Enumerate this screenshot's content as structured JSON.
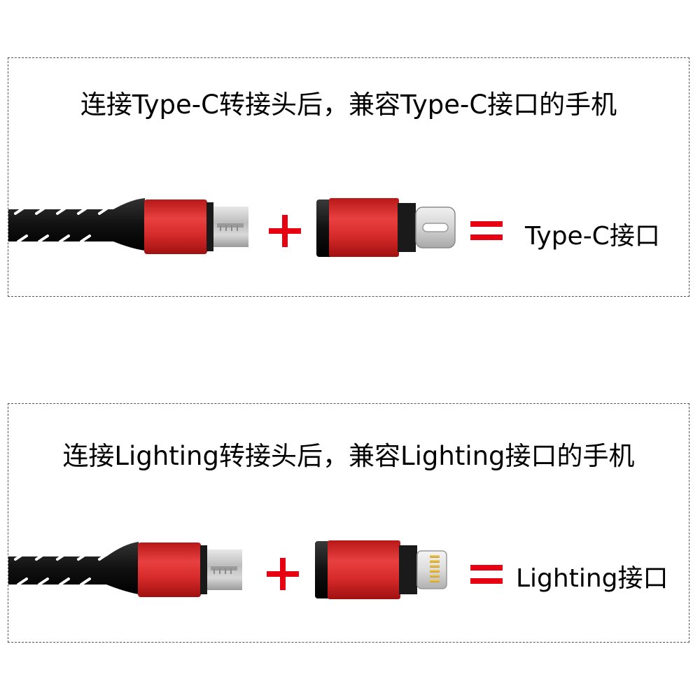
{
  "colors": {
    "accent_red": "#e60012",
    "connector_red": "#d92b2b",
    "cable_black": "#1a1a1a",
    "metal": "#c8c8c8"
  },
  "panels": [
    {
      "title": "连接Type-C转接头后，兼容Type-C接口的手机",
      "plus_icon": "plus-icon",
      "equals_icon": "equals-icon",
      "result": "Type-C接口"
    },
    {
      "title": "连接Lighting转接头后，兼容Lighting接口的手机",
      "plus_icon": "plus-icon",
      "equals_icon": "equals-icon",
      "result": "Lighting接口"
    }
  ]
}
